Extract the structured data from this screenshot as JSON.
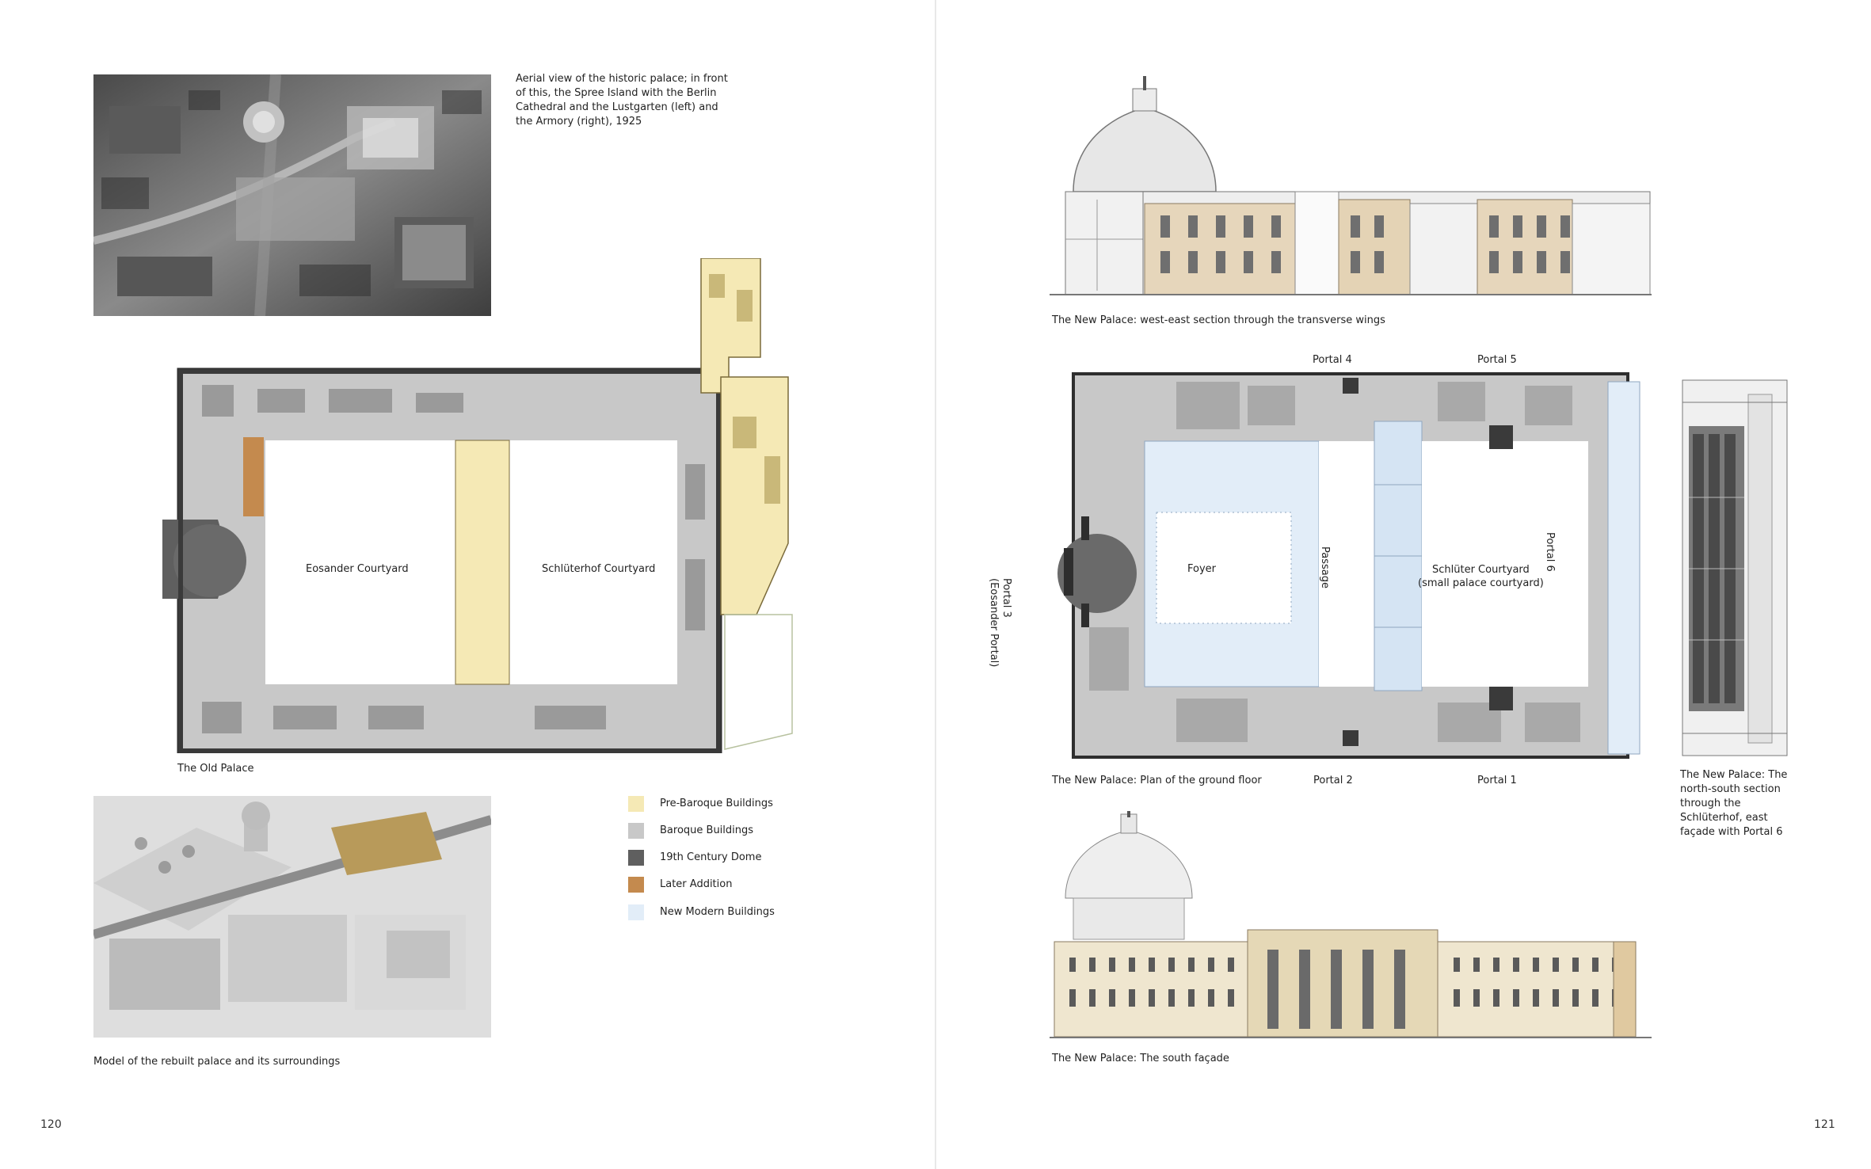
{
  "left_page": {
    "page_number": "120",
    "aerial_caption": "Aerial view of the historic palace; in front of this, the Spree Island with the Berlin Cathedral and the Lustgarten (left) and the Armory (right), 1925",
    "old_plan": {
      "title": "The Old Palace",
      "courtyard_1": "Eosander Courtyard",
      "courtyard_2": "Schlüterhof Courtyard"
    },
    "model_caption": "Model of the rebuilt palace and its surroundings",
    "legend": [
      {
        "label": "Pre-Baroque Buildings",
        "color": "#f5e9b5"
      },
      {
        "label": "Baroque Buildings",
        "color": "#c8c8c8"
      },
      {
        "label": "19th Century Dome",
        "color": "#5f5f5f"
      },
      {
        "label": "Later Addition",
        "color": "#c48a4e"
      },
      {
        "label": "New Modern Buildings",
        "color": "#e2edf8"
      }
    ]
  },
  "right_page": {
    "page_number": "121",
    "section_caption": "The New Palace: west-east section through the transverse wings",
    "plan_caption": "The New Palace: Plan of the ground floor",
    "plan_labels": {
      "portal_4": "Portal 4",
      "portal_5": "Portal 5",
      "portal_3": "Portal 3",
      "portal_3_sub": "(Eosander Portal)",
      "foyer": "Foyer",
      "passage": "Passage",
      "schlueter_1": "Schlüter Courtyard",
      "schlueter_2": "(small palace courtyard)",
      "portal_6": "Portal 6",
      "portal_2": "Portal 2",
      "portal_1": "Portal 1"
    },
    "ns_caption": "The New Palace: The north-south section through the Schlüterhof, east façade with Portal 6",
    "facade_caption": "The New Palace: The south façade"
  },
  "colors": {
    "baroque": "#c8c8c8",
    "wall": "#3a3a3a",
    "pre_baroque": "#f5e9b5",
    "dome": "#5f5f5f",
    "later": "#c48a4e",
    "modern": "#e2edf8"
  }
}
